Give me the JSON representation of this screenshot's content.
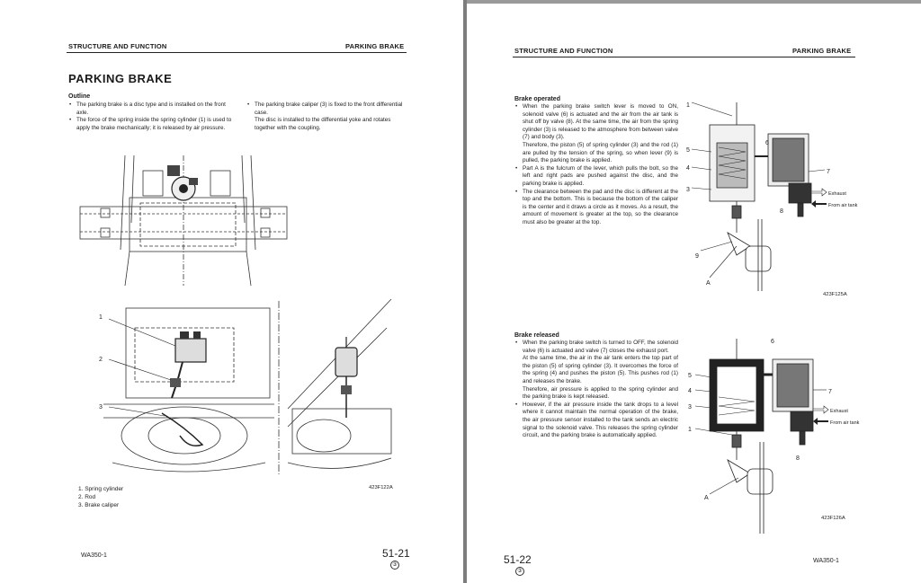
{
  "left_page": {
    "header_left": "STRUCTURE AND FUNCTION",
    "header_right": "PARKING BRAKE",
    "title": "PARKING BRAKE",
    "outline_heading": "Outline",
    "bullets_col1": [
      "The parking brake is a disc type and is installed on the front axle.",
      "The force of the spring inside the spring cylinder (1) is used to apply the brake mechanically; it is released by air pressure."
    ],
    "bullets_col2": [
      "The parking brake caliper (3) is fixed to the front differential case.",
      "The disc is installed to the differential yoke and rotates together with the coupling."
    ],
    "figure_callouts": [
      "1",
      "2",
      "3"
    ],
    "legend": [
      "1. Spring cylinder",
      "2. Rod",
      "3. Brake caliper"
    ],
    "figure_id": "423F122A",
    "footer_model": "WA350-1",
    "page_number": "51-21",
    "revision_mark": "③"
  },
  "right_page": {
    "header_left": "STRUCTURE AND FUNCTION",
    "header_right": "PARKING BRAKE",
    "operated": {
      "heading": "Brake operated",
      "bullet1": "When the parking brake switch lever is moved to ON, solenoid valve (6) is actuated and the air from the air tank is shut off by valve (8). At the same time, the air from the spring cylinder (3) is released to the atmosphere from between valve (7) and body (3).",
      "bullet1b": "Therefore, the piston (5) of spring cylinder (3) and the rod (1) are pulled by the tension of the spring, so when lever (9) is pulled, the parking brake is applied.",
      "bullet2": "Part A is the fulcrum of the lever, which pulls the bolt, so the left and right pads are pushed against the disc, and the parking brake is applied.",
      "bullet3": "The clearance between the pad and the disc is different at the top and the bottom. This is because the bottom of the caliper is the center and it draws a circle as it moves. As a result, the amount of movement is greater at the top, so the clearance must also be greater at the top.",
      "figure_callouts": [
        "1",
        "5",
        "4",
        "3",
        "6",
        "7",
        "8",
        "9",
        "A"
      ],
      "exhaust_label": "Exhaust",
      "from_tank_label": "From air tank",
      "figure_id": "423F125A"
    },
    "released": {
      "heading": "Brake released",
      "bullet1": "When the parking brake switch is turned to OFF, the solenoid valve (6) is actuated and valve (7) closes the exhaust port.",
      "bullet1b": "At the same time, the air in the air tank enters the top part of the piston (5) of spring cylinder (3). It overcomes the force of the spring (4) and pushes the piston (5). This pushes rod (1) and releases the brake.",
      "bullet1c": "Therefore, air pressure is applied to the spring cylinder and the parking brake is kept released.",
      "bullet2": "However, if the air pressure inside the tank drops to a level where it cannot maintain the normal operation of the brake, the air pressure sensor installed to the tank sends an electric signal to the solenoid valve. This releases the spring cylinder circuit, and the parking brake is automatically applied.",
      "figure_callouts": [
        "6",
        "5",
        "4",
        "3",
        "1",
        "7",
        "8",
        "A"
      ],
      "exhaust_label": "Exhaust",
      "from_tank_label": "From air tank",
      "figure_id": "423F126A"
    },
    "page_number": "51-22",
    "revision_mark": "③",
    "footer_model": "WA350-1"
  }
}
